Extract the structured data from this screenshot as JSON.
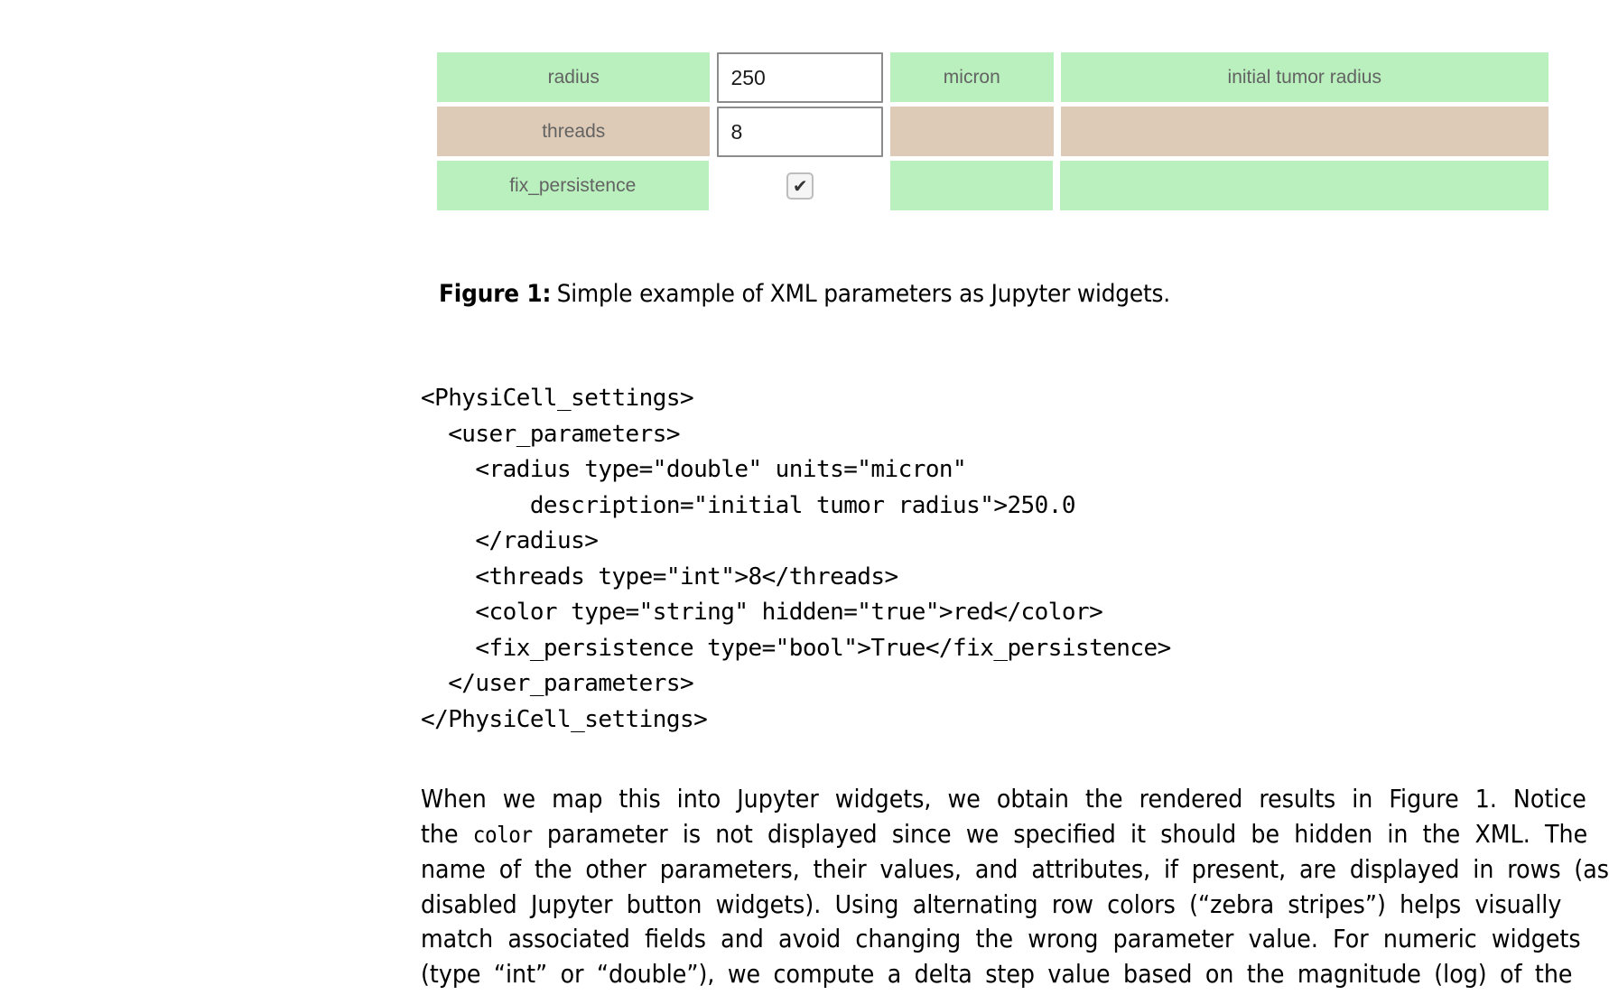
{
  "figure": {
    "rows": [
      {
        "name": "radius",
        "value": "250",
        "units": "micron",
        "description": "initial tumor radius",
        "stripe": "green",
        "widget": "text"
      },
      {
        "name": "threads",
        "value": "8",
        "units": "",
        "description": "",
        "stripe": "tan",
        "widget": "text"
      },
      {
        "name": "fix_persistence",
        "value": "",
        "units": "",
        "description": "",
        "stripe": "green",
        "widget": "checkbox",
        "checked": true,
        "check_glyph": "✔"
      }
    ],
    "colors": {
      "green_stripe": "#b9f0bd",
      "tan_stripe": "#decbb7",
      "label_text": "#636363",
      "field_border": "#8c8c8c",
      "field_background": "#ffffff",
      "checkbox_border": "#bdbdbd"
    }
  },
  "caption": {
    "label": "Figure 1:",
    "text": "Simple example of XML parameters as Jupyter widgets."
  },
  "code": {
    "language": "xml",
    "lines": [
      "<PhysiCell_settings>",
      "  <user_parameters>",
      "    <radius type=\"double\" units=\"micron\"",
      "        description=\"initial tumor radius\">250.0",
      "    </radius>",
      "    <threads type=\"int\">8</threads>",
      "    <color type=\"string\" hidden=\"true\">red</color>",
      "    <fix_persistence type=\"bool\">True</fix_persistence>",
      "  </user_parameters>",
      "</PhysiCell_settings>"
    ]
  },
  "paragraph": {
    "lines": [
      {
        "pre": "When we map this into Jupyter widgets, we obtain the rendered results in Figure 1.  Notice",
        "code": "",
        "post": ""
      },
      {
        "pre": "the ",
        "code": "color",
        "post": " parameter is not displayed since we specified it should be hidden in the XML. The"
      },
      {
        "pre": "name of the other parameters, their values, and attributes, if present, are displayed in rows (as",
        "code": "",
        "post": ""
      },
      {
        "pre": "disabled Jupyter button widgets).  Using alternating row colors (“zebra stripes”) helps visually",
        "code": "",
        "post": ""
      },
      {
        "pre": "match associated fields and avoid changing the wrong parameter value.  For numeric widgets",
        "code": "",
        "post": ""
      },
      {
        "pre": "(type “int” or “double”), we compute a delta step value based on the magnitude (log) of the",
        "code": "",
        "post": ""
      }
    ]
  }
}
